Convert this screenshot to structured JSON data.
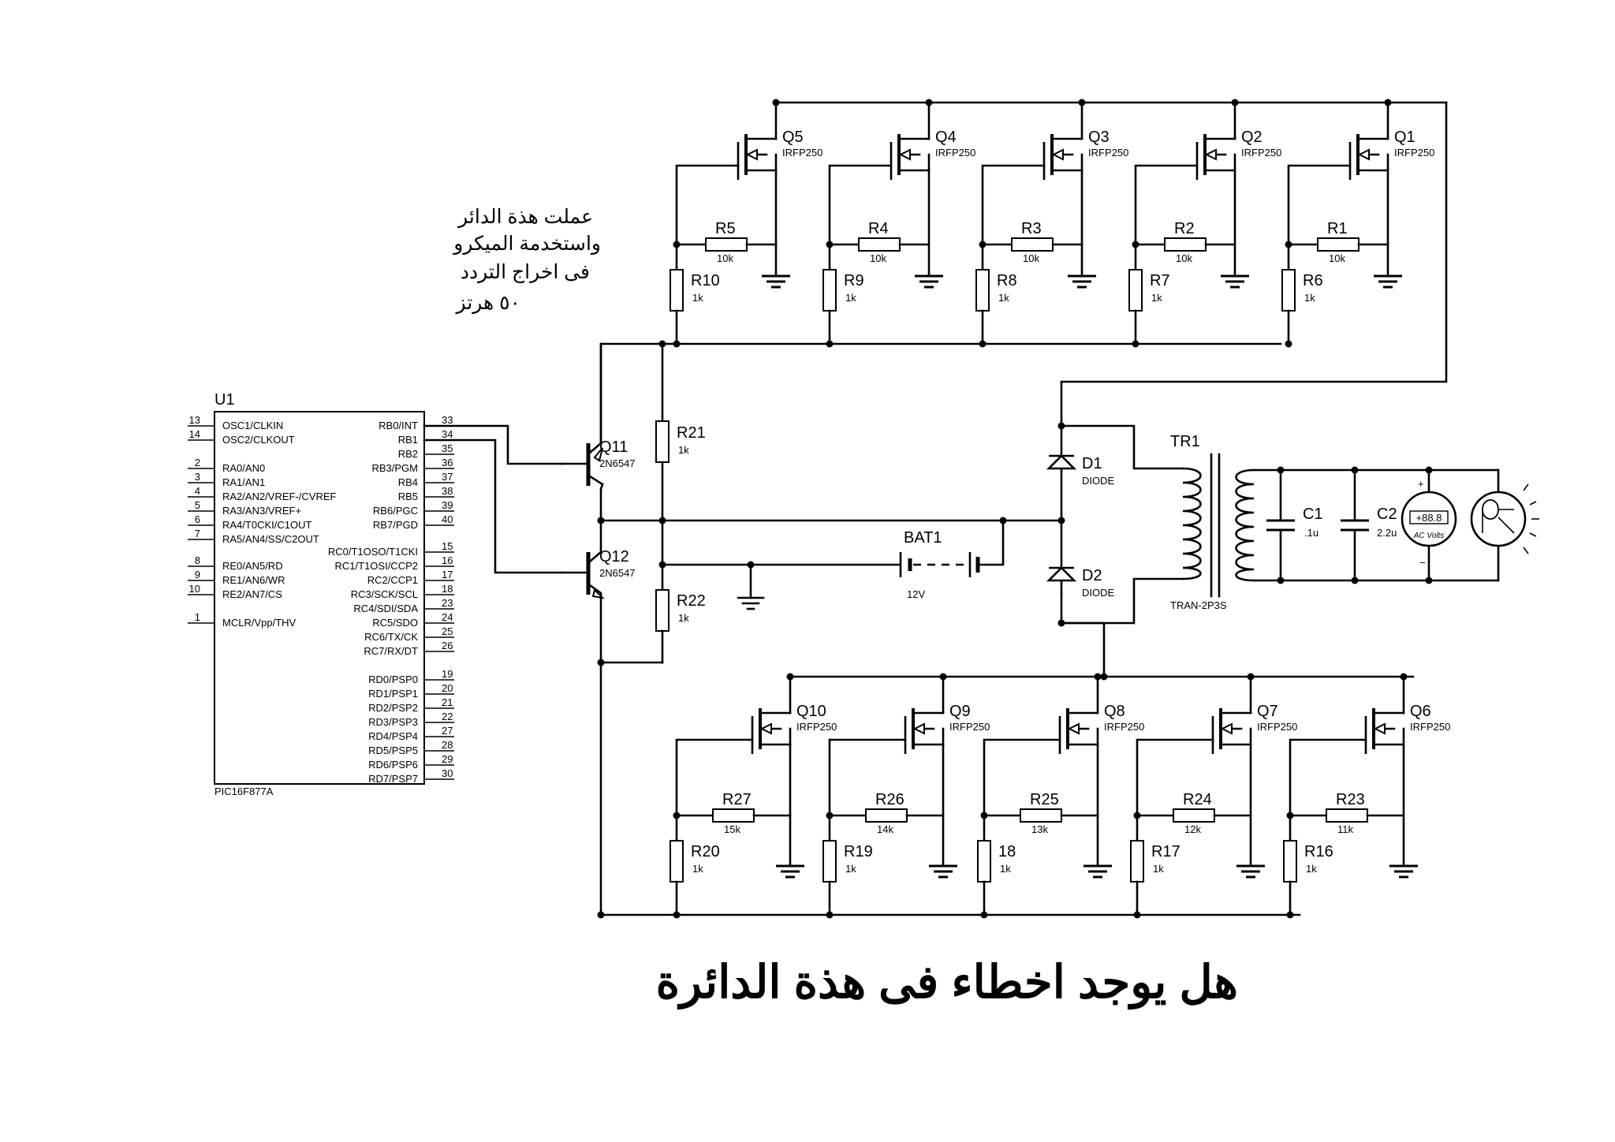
{
  "note_lines": [
    "عملت هذة الدائر",
    "واستخدمة الميكرو",
    "فى اخراج التردد",
    "٥٠ هرتز"
  ],
  "question": "هل يوجد اخطاء فى هذة الدائرة",
  "mcu": {
    "ref": "U1",
    "part": "PIC16F877A",
    "left_pins": [
      {
        "num": "13",
        "name": "OSC1/CLKIN"
      },
      {
        "num": "14",
        "name": "OSC2/CLKOUT"
      },
      {
        "num": "2",
        "name": "RA0/AN0"
      },
      {
        "num": "3",
        "name": "RA1/AN1"
      },
      {
        "num": "4",
        "name": "RA2/AN2/VREF-/CVREF"
      },
      {
        "num": "5",
        "name": "RA3/AN3/VREF+"
      },
      {
        "num": "6",
        "name": "RA4/T0CKI/C1OUT"
      },
      {
        "num": "7",
        "name": "RA5/AN4/SS/C2OUT"
      },
      {
        "num": "8",
        "name": "RE0/AN5/RD"
      },
      {
        "num": "9",
        "name": "RE1/AN6/WR"
      },
      {
        "num": "10",
        "name": "RE2/AN7/CS"
      },
      {
        "num": "1",
        "name": "MCLR/Vpp/THV"
      }
    ],
    "right_pins": [
      {
        "num": "33",
        "name": "RB0/INT"
      },
      {
        "num": "34",
        "name": "RB1"
      },
      {
        "num": "35",
        "name": "RB2"
      },
      {
        "num": "36",
        "name": "RB3/PGM"
      },
      {
        "num": "37",
        "name": "RB4"
      },
      {
        "num": "38",
        "name": "RB5"
      },
      {
        "num": "39",
        "name": "RB6/PGC"
      },
      {
        "num": "40",
        "name": "RB7/PGD"
      },
      {
        "num": "15",
        "name": "RC0/T1OSO/T1CKI"
      },
      {
        "num": "16",
        "name": "RC1/T1OSI/CCP2"
      },
      {
        "num": "17",
        "name": "RC2/CCP1"
      },
      {
        "num": "18",
        "name": "RC3/SCK/SCL"
      },
      {
        "num": "23",
        "name": "RC4/SDI/SDA"
      },
      {
        "num": "24",
        "name": "RC5/SDO"
      },
      {
        "num": "25",
        "name": "RC6/TX/CK"
      },
      {
        "num": "26",
        "name": "RC7/RX/DT"
      },
      {
        "num": "19",
        "name": "RD0/PSP0"
      },
      {
        "num": "20",
        "name": "RD1/PSP1"
      },
      {
        "num": "21",
        "name": "RD2/PSP2"
      },
      {
        "num": "22",
        "name": "RD3/PSP3"
      },
      {
        "num": "27",
        "name": "RD4/PSP4"
      },
      {
        "num": "28",
        "name": "RD5/PSP5"
      },
      {
        "num": "29",
        "name": "RD6/PSP6"
      },
      {
        "num": "30",
        "name": "RD7/PSP7"
      }
    ]
  },
  "top_bank": [
    {
      "q": "Q5",
      "q_val": "IRFP250",
      "rs": "R5",
      "rs_val": "10k",
      "rg": "R10",
      "rg_val": "1k"
    },
    {
      "q": "Q4",
      "q_val": "IRFP250",
      "rs": "R4",
      "rs_val": "10k",
      "rg": "R9",
      "rg_val": "1k"
    },
    {
      "q": "Q3",
      "q_val": "IRFP250",
      "rs": "R3",
      "rs_val": "10k",
      "rg": "R8",
      "rg_val": "1k"
    },
    {
      "q": "Q2",
      "q_val": "IRFP250",
      "rs": "R2",
      "rs_val": "10k",
      "rg": "R7",
      "rg_val": "1k"
    },
    {
      "q": "Q1",
      "q_val": "IRFP250",
      "rs": "R1",
      "rs_val": "10k",
      "rg": "R6",
      "rg_val": "1k"
    }
  ],
  "bottom_bank": [
    {
      "q": "Q10",
      "q_val": "IRFP250",
      "rs": "R27",
      "rs_val": "15k",
      "rg": "R20",
      "rg_val": "1k"
    },
    {
      "q": "Q9",
      "q_val": "IRFP250",
      "rs": "R26",
      "rs_val": "14k",
      "rg": "R19",
      "rg_val": "1k"
    },
    {
      "q": "Q8",
      "q_val": "IRFP250",
      "rs": "R25",
      "rs_val": "13k",
      "rg": "18",
      "rg_val": "1k"
    },
    {
      "q": "Q7",
      "q_val": "IRFP250",
      "rs": "R24",
      "rs_val": "12k",
      "rg": "R17",
      "rg_val": "1k"
    },
    {
      "q": "Q6",
      "q_val": "IRFP250",
      "rs": "R23",
      "rs_val": "11k",
      "rg": "R16",
      "rg_val": "1k"
    }
  ],
  "drivers": {
    "q11": {
      "ref": "Q11",
      "val": "2N6547"
    },
    "q12": {
      "ref": "Q12",
      "val": "2N6547"
    },
    "r21": {
      "ref": "R21",
      "val": "1k"
    },
    "r22": {
      "ref": "R22",
      "val": "1k"
    }
  },
  "battery": {
    "ref": "BAT1",
    "val": "12V"
  },
  "diodes": {
    "d1": {
      "ref": "D1",
      "val": "DIODE"
    },
    "d2": {
      "ref": "D2",
      "val": "DIODE"
    }
  },
  "transformer": {
    "ref": "TR1",
    "val": "TRAN-2P3S"
  },
  "caps": {
    "c1": {
      "ref": "C1",
      "val": ".1u"
    },
    "c2": {
      "ref": "C2",
      "val": "2.2u"
    }
  },
  "meter": {
    "display": "+88.8",
    "label": "AC Volts",
    "plus": "+",
    "minus": "−"
  }
}
